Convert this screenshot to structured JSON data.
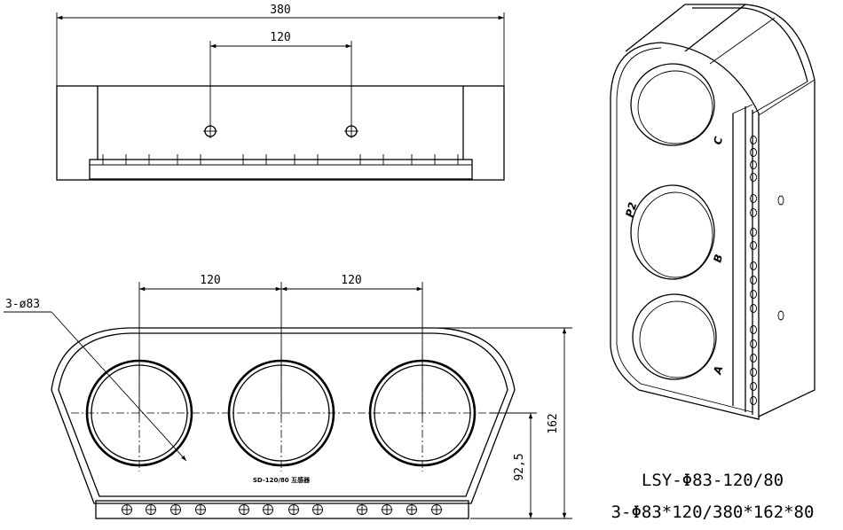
{
  "top_view": {
    "overall_width_label": "380",
    "hole_spacing_label": "120"
  },
  "front_view": {
    "spacing_left_label": "120",
    "spacing_right_label": "120",
    "hole_callout": "3-ø83",
    "height_label": "162",
    "center_height_label": "92,5",
    "nameplate_text": "SD-120/80 互感器"
  },
  "iso_view": {
    "phase_labels": [
      "A",
      "B",
      "C"
    ],
    "terminal_label": "P2"
  },
  "caption": {
    "model": "LSY-Φ83-120/80",
    "spec": "3-Φ83*120/380*162*80"
  }
}
